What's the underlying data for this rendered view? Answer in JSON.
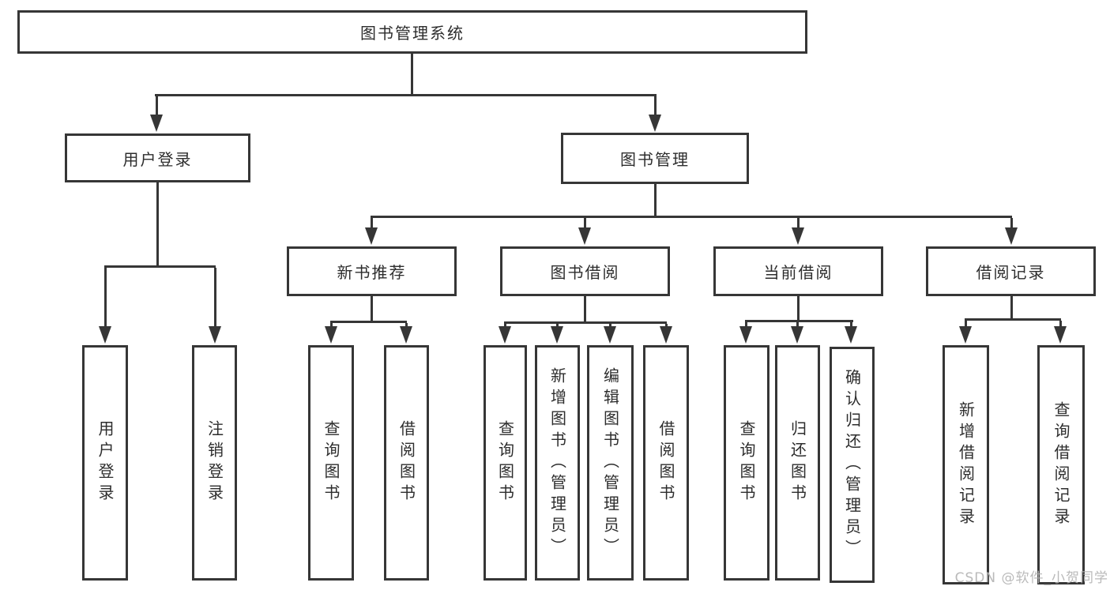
{
  "diagram": {
    "title": "图书管理系统",
    "level2": {
      "user_login": "用户登录",
      "book_management": "图书管理"
    },
    "level3": {
      "new_book_recommend": "新书推荐",
      "book_borrow": "图书借阅",
      "current_borrow": "当前借阅",
      "borrow_records": "借阅记录"
    },
    "leaves": {
      "user_login": "用户登录",
      "logout": "注销登录",
      "nb_query_books": "查询图书",
      "nb_borrow_books": "借阅图书",
      "bb_query_books": "查询图书",
      "bb_add_books_admin": "新增图书（管理员）",
      "bb_edit_books_admin": "编辑图书（管理员）",
      "bb_borrow_books": "借阅图书",
      "cb_query_books": "查询图书",
      "cb_return_books": "归还图书",
      "cb_confirm_return_admin": "确认归还（管理员）",
      "br_add_record": "新增借阅记录",
      "br_query_record": "查询借阅记录"
    }
  },
  "colors": {
    "line": "#363636",
    "watermark": "#b2b2b2"
  },
  "watermark": "CSDN @软件_小贺同学"
}
